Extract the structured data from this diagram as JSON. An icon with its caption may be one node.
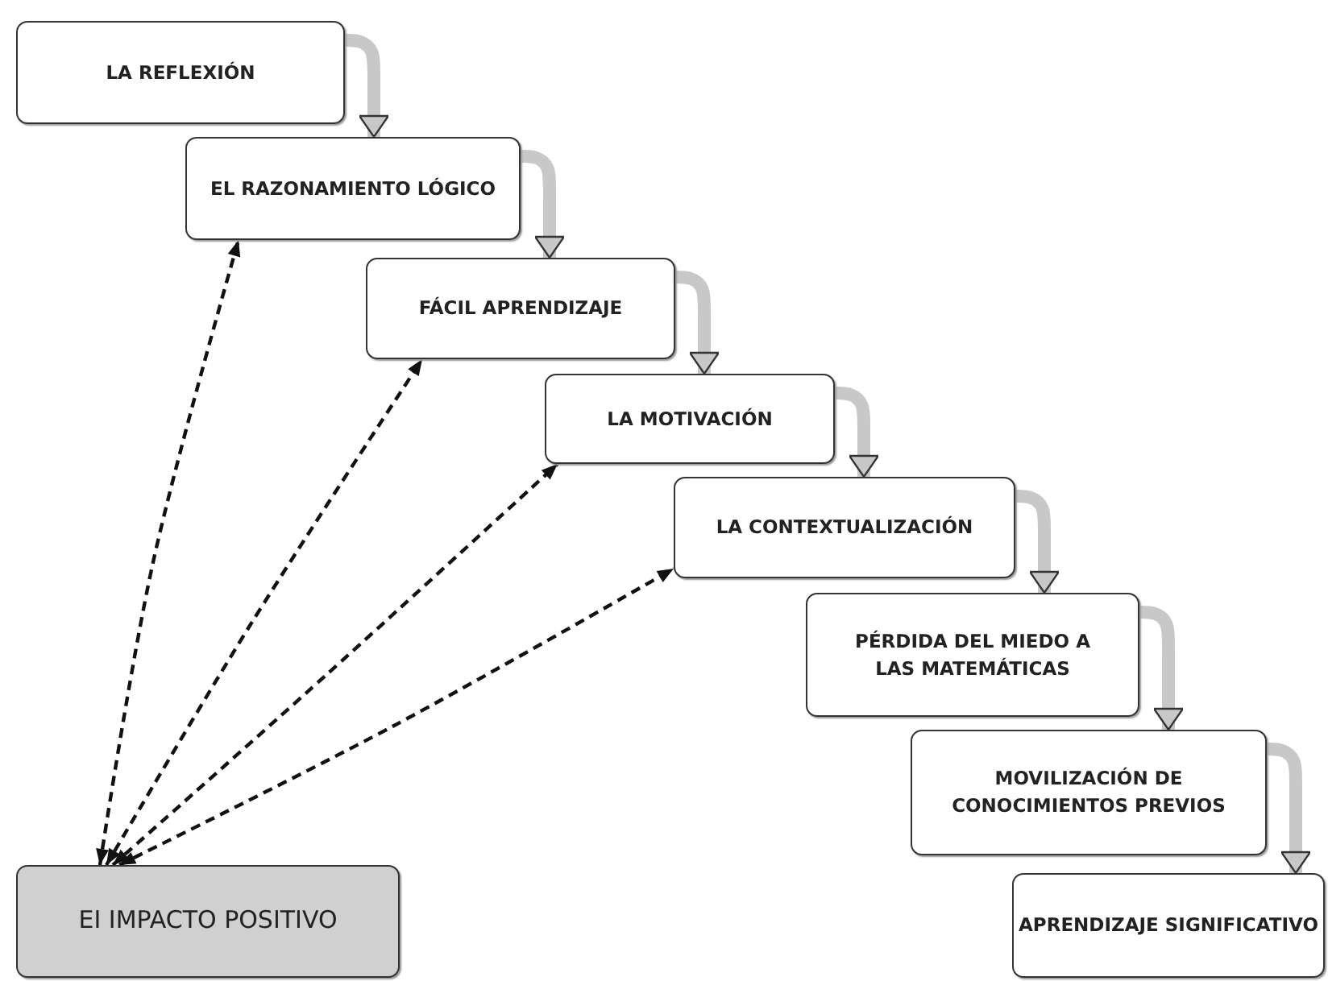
{
  "diagram": {
    "nodes": [
      {
        "text": [
          "LA REFLEXIÓN"
        ]
      },
      {
        "text": [
          "EL RAZONAMIENTO LÓGICO"
        ]
      },
      {
        "text": [
          "FÁCIL APRENDIZAJE"
        ]
      },
      {
        "text": [
          "LA MOTIVACIÓN"
        ]
      },
      {
        "text": [
          "LA CONTEXTUALIZACIÓN"
        ]
      },
      {
        "text": [
          "PÉRDIDA DEL MIEDO A LAS MATEMÁTICAS"
        ]
      },
      {
        "text": [
          "MOVILIZACIÓN DE CONOCIMIENTOS PREVIOS"
        ]
      },
      {
        "text": [
          "APRENDIZAJE SIGNIFICATIVO"
        ]
      },
      {
        "text": [
          "EI IMPACTO POSITIVO"
        ]
      }
    ],
    "edges": [
      {
        "from": 0,
        "to": 1,
        "arrow": "to"
      },
      {
        "from": 1,
        "to": 2,
        "arrow": "to"
      },
      {
        "from": 2,
        "to": 3,
        "arrow": "to"
      },
      {
        "from": 3,
        "to": 4,
        "arrow": "to"
      },
      {
        "from": 4,
        "to": 5,
        "arrow": "to"
      },
      {
        "from": 5,
        "to": 6,
        "arrow": "to"
      },
      {
        "from": 6,
        "to": 7,
        "arrow": "to"
      },
      {
        "from": 8,
        "to": 1,
        "arrow": "both",
        "style": "dashed",
        "color": "#111111"
      },
      {
        "from": 8,
        "to": 2,
        "arrow": "both",
        "style": "dashed",
        "color": "#111111"
      },
      {
        "from": 8,
        "to": 3,
        "arrow": "both",
        "style": "dashed",
        "color": "#111111"
      },
      {
        "from": 8,
        "to": 4,
        "arrow": "both",
        "style": "dashed",
        "color": "#111111"
      }
    ]
  }
}
